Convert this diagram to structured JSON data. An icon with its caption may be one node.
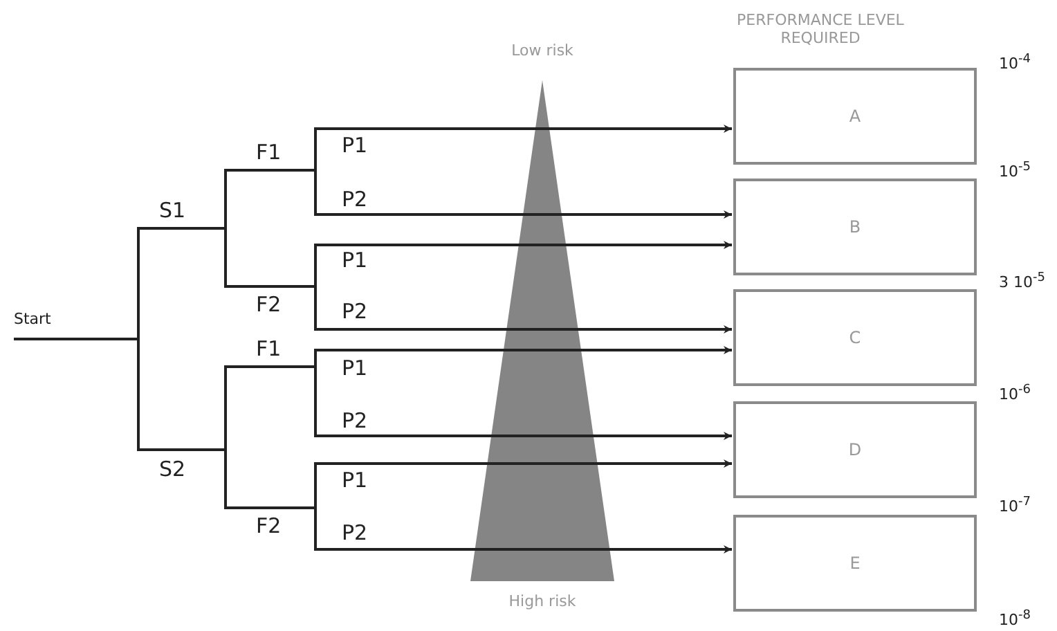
{
  "diagram": {
    "nodes": [
      {
        "text": [
          "Start"
        ]
      },
      {
        "text": [
          "A"
        ]
      },
      {
        "text": [
          "B"
        ]
      },
      {
        "text": [
          "C"
        ]
      },
      {
        "text": [
          "D"
        ]
      },
      {
        "text": [
          "E"
        ]
      }
    ],
    "edges": [
      {
        "from": 0,
        "to": 1,
        "arrow": "to"
      },
      {
        "from": 0,
        "to": 2,
        "arrow": "to"
      },
      {
        "from": 0,
        "to": 2,
        "arrow": "to"
      },
      {
        "from": 0,
        "to": 3,
        "arrow": "to"
      },
      {
        "from": 0,
        "to": 3,
        "arrow": "to"
      },
      {
        "from": 0,
        "to": 4,
        "arrow": "to"
      },
      {
        "from": 0,
        "to": 4,
        "arrow": "to"
      },
      {
        "from": 0,
        "to": 5,
        "arrow": "to"
      }
    ],
    "labels": [
      "Low risk",
      "PERFORMANCE LEVEL REQUIRED",
      "10$^{-4}$",
      "F1",
      "P1",
      "10$^{-5}$",
      "S1",
      "P2",
      "P1",
      "3 10$^{-5}$",
      "F2",
      "P2",
      "F1",
      "P1",
      "10$^{-6}$",
      "P2",
      "S2",
      "P1",
      "10$^{-7}$",
      "F2",
      "P2",
      "High risk",
      "10$^{-8}$"
    ]
  }
}
